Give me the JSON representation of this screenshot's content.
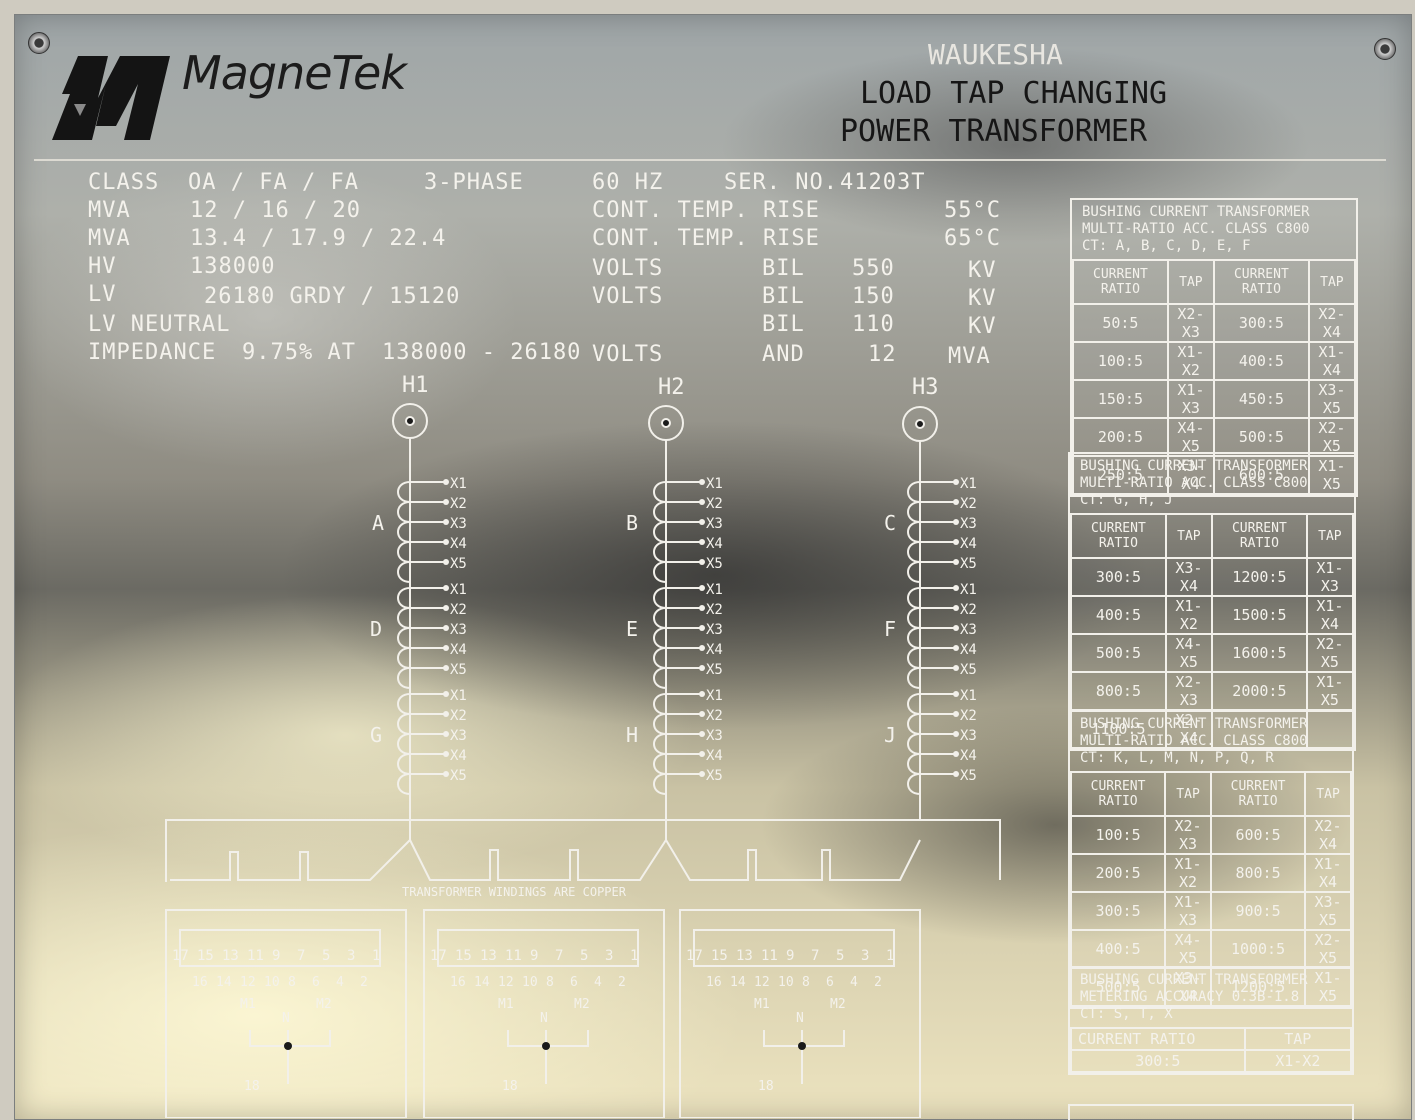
{
  "brand": "MagneTek",
  "title_lines": [
    "WAUKESHA",
    "LOAD TAP CHANGING",
    "POWER TRANSFORMER"
  ],
  "specs": {
    "class_label": "CLASS",
    "class_value": "OA / FA / FA",
    "phase": "3-PHASE",
    "hz": "60 HZ",
    "ser_label": "SER. NO.",
    "ser_value": "41203T",
    "mva1_label": "MVA",
    "mva1_value": "12 / 16 / 20",
    "mva2_label": "MVA",
    "mva2_value": "13.4 / 17.9 / 22.4",
    "hv_label": "HV",
    "hv_value": "138000",
    "lv_label": "LV",
    "lv_value": "26180 GRDY / 15120",
    "lvn_label": "LV  NEUTRAL",
    "imp_label": "IMPEDANCE",
    "imp_value": "9.75% AT",
    "imp_volts": "138000 - 26180",
    "imp_volts_label": "VOLTS",
    "rise_label": "CONT.  TEMP.  RISE",
    "rise1": "55°C",
    "rise2": "65°C",
    "volts_label": "VOLTS",
    "bil_label": "BIL",
    "bil1": "550",
    "bil2": "150",
    "bil3": "110",
    "kv": "KV",
    "and_label": "AND",
    "and_value": "12",
    "mva_unit": "MVA"
  },
  "terminals": {
    "h1": "H1",
    "h2": "H2",
    "h3": "H3"
  },
  "coil_letters": [
    "A",
    "B",
    "C",
    "D",
    "E",
    "F",
    "G",
    "H",
    "J"
  ],
  "tap_labels": [
    "X1",
    "X2",
    "X3",
    "X4",
    "X5"
  ],
  "winding_note": "TRANSFORMER WINDINGS ARE COPPER",
  "switch_numbers_top": [
    "17",
    "15",
    "13",
    "11",
    "9",
    "7",
    "5",
    "3",
    "1"
  ],
  "switch_numbers_bottom": [
    "16",
    "14",
    "12",
    "10",
    "8",
    "6",
    "4",
    "2"
  ],
  "switch_labels": {
    "m1": "M1",
    "n": "N",
    "m2": "M2",
    "eighteen": "18"
  },
  "tables": [
    {
      "title": [
        "BUSHING CURRENT TRANSFORMER",
        "MULTI-RATIO ACC. CLASS  C800",
        "CT: A, B, C, D, E, F"
      ],
      "headers": [
        "CURRENT RATIO",
        "TAP",
        "CURRENT RATIO",
        "TAP"
      ],
      "rows": [
        [
          "50:5",
          "X2-X3",
          "300:5",
          "X2-X4"
        ],
        [
          "100:5",
          "X1-X2",
          "400:5",
          "X1-X4"
        ],
        [
          "150:5",
          "X1-X3",
          "450:5",
          "X3-X5"
        ],
        [
          "200:5",
          "X4-X5",
          "500:5",
          "X2-X5"
        ],
        [
          "250:5",
          "X3-X4",
          "600:5",
          "X1-X5"
        ]
      ]
    },
    {
      "title": [
        "BUSHING CURRENT TRANSFORMER",
        "MULTI-RATIO ACC. CLASS  C800",
        "CT: G, H, J"
      ],
      "headers": [
        "CURRENT RATIO",
        "TAP",
        "CURRENT RATIO",
        "TAP"
      ],
      "rows": [
        [
          "300:5",
          "X3-X4",
          "1200:5",
          "X1-X3"
        ],
        [
          "400:5",
          "X1-X2",
          "1500:5",
          "X1-X4"
        ],
        [
          "500:5",
          "X4-X5",
          "1600:5",
          "X2-X5"
        ],
        [
          "800:5",
          "X2-X3",
          "2000:5",
          "X1-X5"
        ],
        [
          "1100:5",
          "X2-X4",
          "",
          ""
        ]
      ]
    },
    {
      "title": [
        "BUSHING CURRENT TRANSFORMER",
        "MULTI-RATIO ACC. CLASS  C800",
        "CT: K, L, M, N, P, Q, R"
      ],
      "headers": [
        "CURRENT RATIO",
        "TAP",
        "CURRENT RATIO",
        "TAP"
      ],
      "rows": [
        [
          "100:5",
          "X2-X3",
          "600:5",
          "X2-X4"
        ],
        [
          "200:5",
          "X1-X2",
          "800:5",
          "X1-X4"
        ],
        [
          "300:5",
          "X1-X3",
          "900:5",
          "X3-X5"
        ],
        [
          "400:5",
          "X4-X5",
          "1000:5",
          "X2-X5"
        ],
        [
          "500:5",
          "X3-X4",
          "1200:5",
          "X1-X5"
        ]
      ]
    },
    {
      "title": [
        "BUSHING CURRENT TRANSFORMER",
        "METERING ACCURACY  0.3B-1.8",
        "CT: S, T, X"
      ],
      "headers": [
        "CURRENT RATIO",
        "TAP"
      ],
      "rows": [
        [
          "300:5",
          "X1-X2"
        ]
      ]
    }
  ]
}
